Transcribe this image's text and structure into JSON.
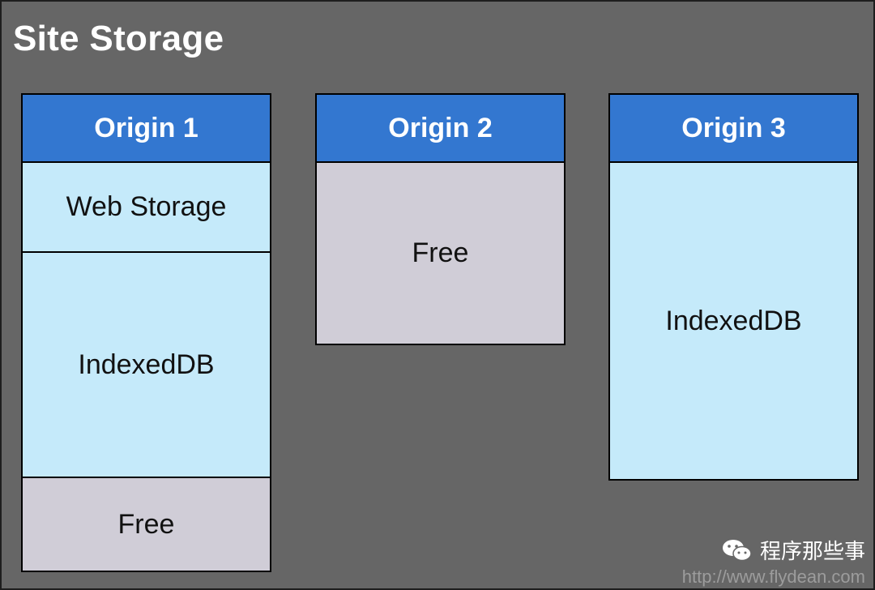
{
  "title": "Site Storage",
  "origins": [
    {
      "header": "Origin 1",
      "segments": [
        "Web Storage",
        "IndexedDB",
        "Free"
      ]
    },
    {
      "header": "Origin 2",
      "segments": [
        "Free"
      ]
    },
    {
      "header": "Origin 3",
      "segments": [
        "IndexedDB"
      ]
    }
  ],
  "watermark": {
    "name": "程序那些事",
    "url": "http://www.flydean.com",
    "icon": "wechat-icon"
  },
  "colors": {
    "background": "#666666",
    "header": "#3377d0",
    "used": "#c5eafa",
    "free": "#d0cdd7"
  }
}
